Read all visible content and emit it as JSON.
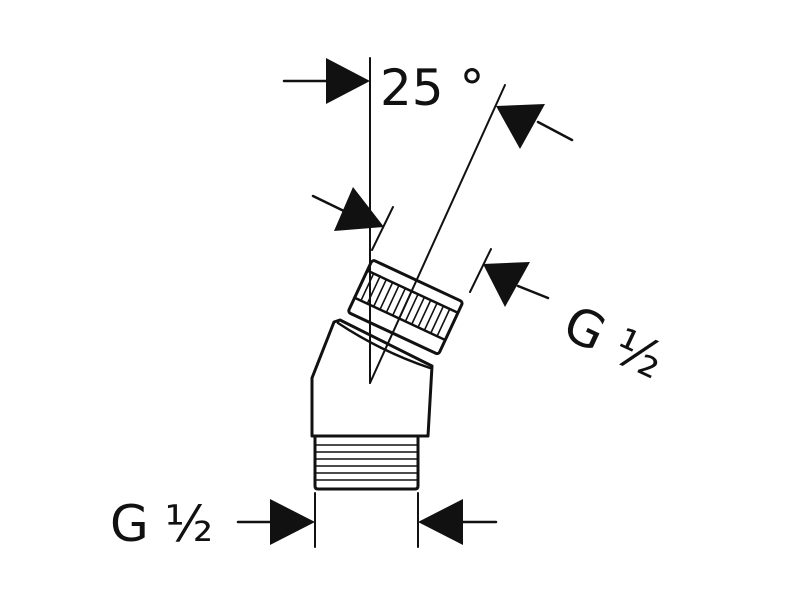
{
  "labels": {
    "angle": "25 °",
    "outlet_thread": "G ½",
    "inlet_thread": "G ½"
  },
  "colors": {
    "ink": "#111111",
    "background": "#ffffff"
  }
}
